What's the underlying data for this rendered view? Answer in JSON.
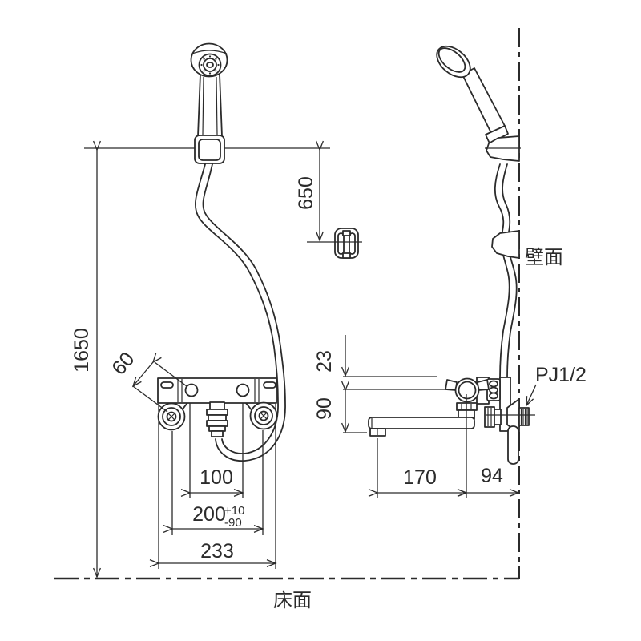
{
  "app": {
    "type": "technical-installation-drawing",
    "background": "#ffffff",
    "line_color": "#2b2b2b"
  },
  "labels": {
    "wall_surface": "壁面",
    "floor_surface": "床面"
  },
  "dimensions": {
    "overall_height": "1650",
    "hook_height_offset": "650",
    "eccentric_leg_length": "60",
    "union_pitch": "100",
    "pipe_pitch": "200",
    "pipe_pitch_tolerance_plus": "+10",
    "pipe_pitch_tolerance_minus": "-90",
    "body_width": "233",
    "top_to_spout_center": "23",
    "spout_center_to_bottom": "90",
    "spout_reach": "170",
    "wall_clearance": "94",
    "connection_thread": "PJ1/2"
  }
}
